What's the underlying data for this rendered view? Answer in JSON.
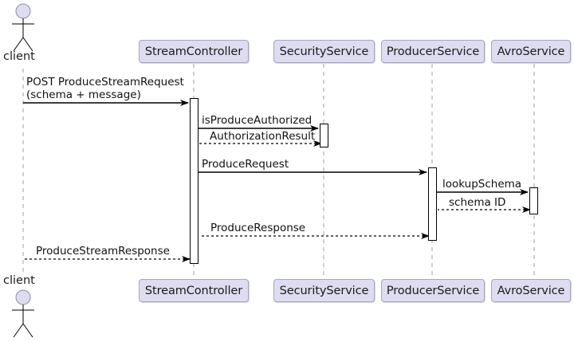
{
  "diagram": {
    "type": "uml-sequence-diagram",
    "title": "",
    "background_color": "#FFFFFF",
    "participant_fill": "#DEDCF0",
    "participant_border": "#A8A5C4",
    "line_color": "#000000",
    "lifeline_color": "#A0A0A0"
  },
  "actors": [
    {
      "id": "client-top",
      "name": "client",
      "position": "top"
    },
    {
      "id": "client-bottom",
      "name": "client",
      "position": "bottom"
    }
  ],
  "participants": [
    {
      "id": "streamcontroller",
      "label": "StreamController"
    },
    {
      "id": "securityservice",
      "label": "SecurityService"
    },
    {
      "id": "producerservice",
      "label": "ProducerService"
    },
    {
      "id": "avroservice",
      "label": "AvroService"
    }
  ],
  "participants_bottom": [
    {
      "id": "streamcontroller-b",
      "label": "StreamController"
    },
    {
      "id": "securityservice-b",
      "label": "SecurityService"
    },
    {
      "id": "producerservice-b",
      "label": "ProducerService"
    },
    {
      "id": "avroservice-b",
      "label": "AvroService"
    }
  ],
  "messages": [
    {
      "id": "m1",
      "from": "client",
      "to": "StreamController",
      "line1": "POST ProduceStreamRequest",
      "line2": "(schema + message)",
      "style": "solid",
      "direction": "right"
    },
    {
      "id": "m2",
      "from": "StreamController",
      "to": "SecurityService",
      "line1": "isProduceAuthorized",
      "style": "solid",
      "direction": "right"
    },
    {
      "id": "m3",
      "from": "SecurityService",
      "to": "StreamController",
      "line1": "AuthorizationResult",
      "style": "dashed",
      "direction": "left"
    },
    {
      "id": "m4",
      "from": "StreamController",
      "to": "ProducerService",
      "line1": "ProduceRequest",
      "style": "solid",
      "direction": "right"
    },
    {
      "id": "m5",
      "from": "ProducerService",
      "to": "AvroService",
      "line1": "lookupSchema",
      "style": "solid",
      "direction": "right"
    },
    {
      "id": "m6",
      "from": "AvroService",
      "to": "ProducerService",
      "line1": "schema ID",
      "style": "dashed",
      "direction": "left"
    },
    {
      "id": "m7",
      "from": "ProducerService",
      "to": "StreamController",
      "line1": "ProduceResponse",
      "style": "dashed",
      "direction": "left"
    },
    {
      "id": "m8",
      "from": "StreamController",
      "to": "client",
      "line1": "ProduceStreamResponse",
      "style": "dashed",
      "direction": "left"
    }
  ]
}
